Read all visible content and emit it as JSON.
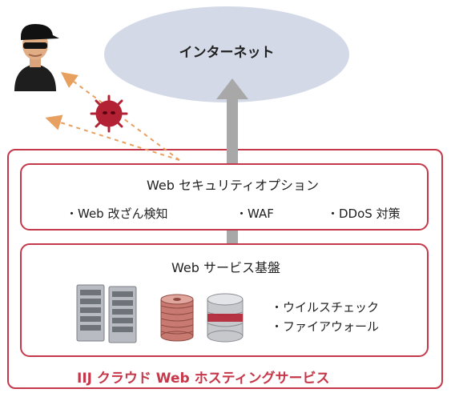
{
  "internet": {
    "label": "インターネット"
  },
  "security_option": {
    "title": "Web セキュリティオプション",
    "items": [
      "・Web 改ざん検知",
      "・WAF",
      "・DDoS 対策"
    ]
  },
  "web_service": {
    "title": "Web サービス基盤",
    "features": [
      "・ウイルスチェック",
      "・ファイアウォール"
    ]
  },
  "footer": {
    "label": "IIJ クラウド Web ホスティングサービス"
  },
  "colors": {
    "accent": "#c5384a",
    "cloud": "#d3d9e6",
    "arrow": "#a8a8a8",
    "attack_line": "#e8a060"
  },
  "icons": [
    "hacker-icon",
    "malware-virus-icon",
    "server-rack-icon",
    "disk-stack-icon",
    "database-icon"
  ]
}
